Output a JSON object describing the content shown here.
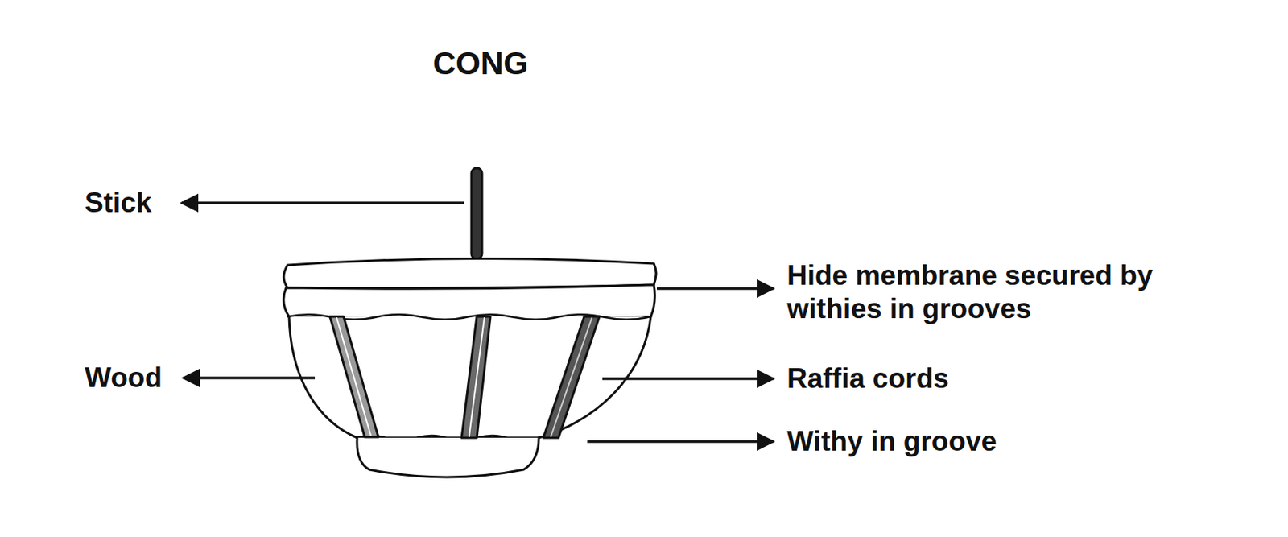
{
  "diagram": {
    "title": "CONG",
    "labels": [
      "Stick",
      "Hide membrane secured by withies in grooves",
      "Wood",
      "Raffia cords",
      "Withy in groove"
    ]
  }
}
